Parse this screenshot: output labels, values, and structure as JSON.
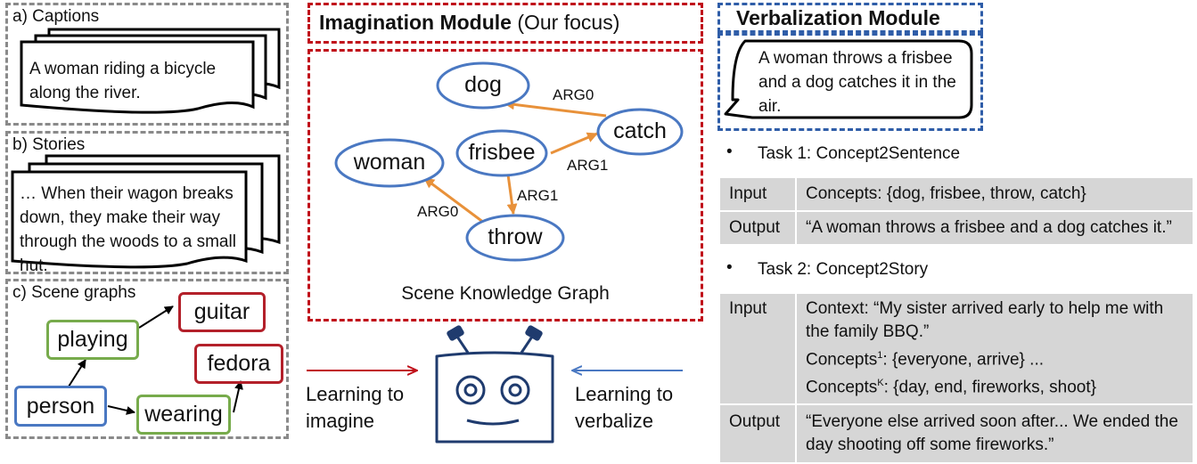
{
  "captions": {
    "label": "a) Captions",
    "text": "A woman riding a bicycle along the river."
  },
  "stories": {
    "label": "b) Stories",
    "text": "… When their wagon breaks down, they make their way through the woods to a small hut."
  },
  "scene_graphs": {
    "label": "c) Scene graphs",
    "nodes": {
      "person": "person",
      "playing": "playing",
      "wearing": "wearing",
      "guitar": "guitar",
      "fedora": "fedora"
    }
  },
  "imagination": {
    "title_bold": "Imagination Module",
    "title_rest": "(Our focus)",
    "caption": "Scene Knowledge Graph",
    "nodes": {
      "dog": "dog",
      "catch": "catch",
      "frisbee": "frisbee",
      "woman": "woman",
      "throw": "throw"
    },
    "edges": {
      "catch_dog": "ARG0",
      "frisbee_catch": "ARG1",
      "frisbee_throw": "ARG1",
      "throw_woman": "ARG0"
    }
  },
  "robot": {
    "learn_imagine": [
      "Learning to",
      "imagine"
    ],
    "learn_verbalize": [
      "Learning to",
      "verbalize"
    ]
  },
  "verbalization": {
    "title": "Verbalization Module",
    "bubble_text": "A woman throws a frisbee and a dog catches it in the air.",
    "task1": {
      "bullet": "•",
      "title": "Task 1: Concept2Sentence",
      "input_label": "Input",
      "input_value": "Concepts: {dog, frisbee, throw, catch}",
      "output_label": "Output",
      "output_value": "“A woman throws a frisbee and a dog catches it.”"
    },
    "task2": {
      "bullet": "•",
      "title": "Task 2: Concept2Story",
      "input_label": "Input",
      "context_line1": "Context: “My sister arrived early to help me with",
      "context_line2": "the family BBQ.”",
      "concepts1_prefix": "Concepts",
      "concepts1_sup": "1",
      "concepts1_value": ": {everyone, arrive} ...",
      "conceptsK_prefix": "Concepts",
      "conceptsK_sup": "K",
      "conceptsK_value": ": {day, end, fireworks, shoot}",
      "output_label": "Output",
      "output_line1": "“Everyone else arrived soon after... We ended the",
      "output_line2": "day shooting off some fireworks.”"
    }
  },
  "colors": {
    "gray_dash": "#8a8a8a",
    "red": "#c0101a",
    "blue": "#2f5da8",
    "node_blue": "#4a78c2",
    "orange": "#e8913a",
    "green": "#77ab4c",
    "dark_red": "#b3202a",
    "navy": "#1f3b6e",
    "table_gray": "#d6d6d6"
  }
}
